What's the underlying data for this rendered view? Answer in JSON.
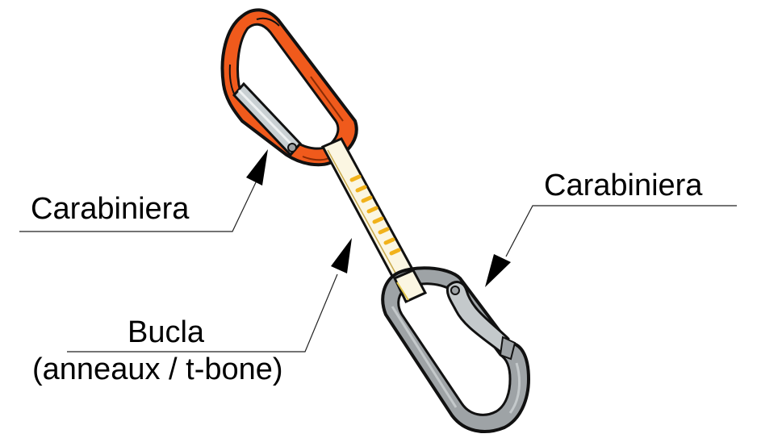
{
  "diagram": {
    "subject": "quickdraw",
    "labels": {
      "top_carabiner": "Carabiniera",
      "bottom_carabiner": "Carabiniera",
      "sling_line1": "Bucla",
      "sling_line2": "(anneaux / t-bone)"
    },
    "colors": {
      "top_carabiner": "#f05a1c",
      "top_carabiner_dark": "#c8400e",
      "gate_top": "#c9d0d3",
      "bottom_carabiner": "#9ea3a6",
      "bottom_carabiner_light": "#c4c9cb",
      "sling": "#fbf6e2",
      "sling_marks": "#f1b21b",
      "outline": "#111111",
      "leader_line": "#222222"
    },
    "parts": [
      {
        "id": "top-carabiner",
        "kind": "carabiner",
        "gate": "straight",
        "color": "orange"
      },
      {
        "id": "sling",
        "kind": "dogbone sling",
        "marks": 8
      },
      {
        "id": "bottom-carabiner",
        "kind": "carabiner",
        "gate": "bent",
        "color": "grey"
      }
    ]
  }
}
